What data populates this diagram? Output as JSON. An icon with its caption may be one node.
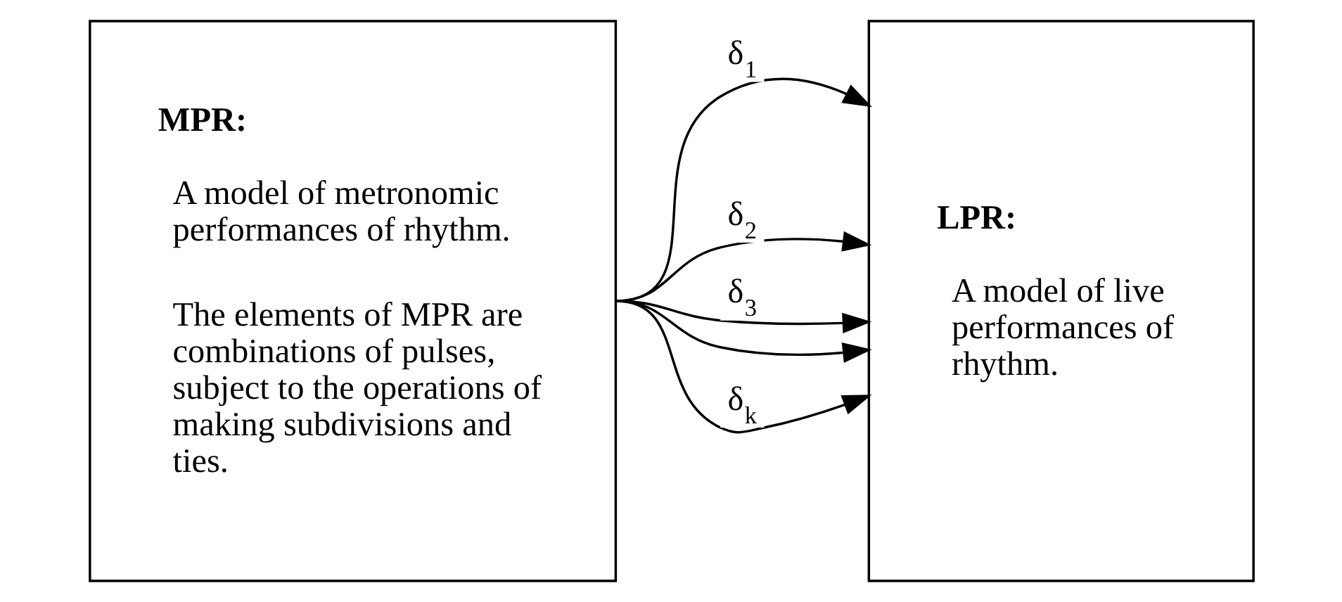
{
  "diagram": {
    "nodes": [
      {
        "text": [
          "MPR:",
          "A model of metronomic performances of rhythm.",
          "The elements of MPR are combinations of pulses, subject to the operations of making subdivisions and ties."
        ]
      },
      {
        "text": [
          "LPR:",
          "A model of live performances of rhythm."
        ]
      }
    ],
    "edges": [
      {
        "from": 0,
        "to": 1,
        "arrow": "to",
        "label": "δ$_{1}$"
      },
      {
        "from": 0,
        "to": 1,
        "arrow": "to",
        "label": "δ$_{2}$"
      },
      {
        "from": 0,
        "to": 1,
        "arrow": "to",
        "label": "δ$_{3}$"
      },
      {
        "from": 0,
        "to": 1,
        "arrow": "to"
      },
      {
        "from": 0,
        "to": 1,
        "arrow": "to",
        "label": "δ$_{k}$"
      }
    ]
  }
}
